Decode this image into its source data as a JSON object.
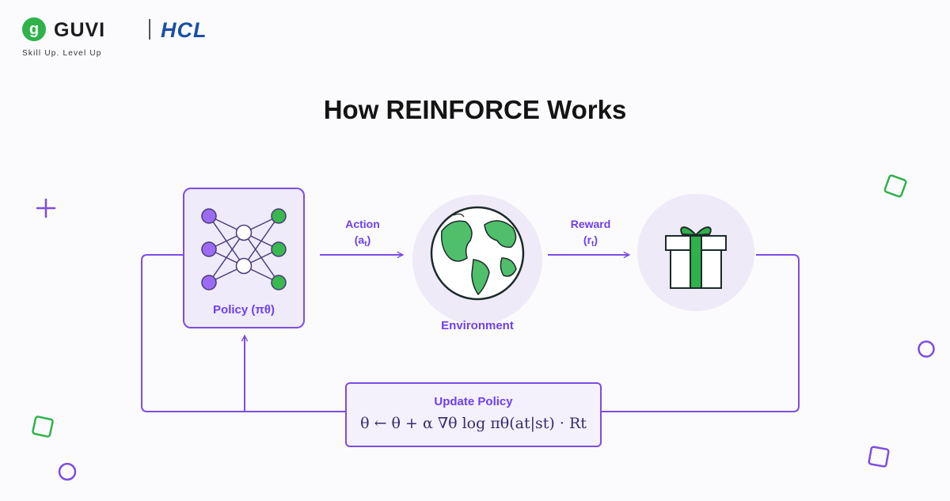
{
  "header": {
    "guvi_badge": "g",
    "guvi": "GUVI",
    "hcl": "HCL",
    "tagline": "Skill Up. Level Up"
  },
  "title": "How REINFORCE Works",
  "policy": {
    "label": "Policy (πθ)"
  },
  "action": {
    "label": "Action",
    "symbol": "(a",
    "sub": "t",
    "close": ")"
  },
  "environment": {
    "label": "Environment"
  },
  "reward": {
    "label": "Reward",
    "symbol": "(r",
    "sub": "t",
    "close": ")"
  },
  "update": {
    "title": "Update Policy",
    "formula": "θ ← θ + α ∇θ log πθ(at|st) · Rt"
  },
  "colors": {
    "purple": "#7c4de3",
    "label_purple": "#6e3ff0",
    "green": "#2fb24a",
    "light_circle": "#eeeaf7",
    "hcl_blue": "#1b4fa3"
  },
  "icons": [
    "neural-network-icon",
    "globe-icon",
    "gift-icon",
    "plus-icon",
    "square-decor-icon",
    "circle-decor-icon"
  ]
}
